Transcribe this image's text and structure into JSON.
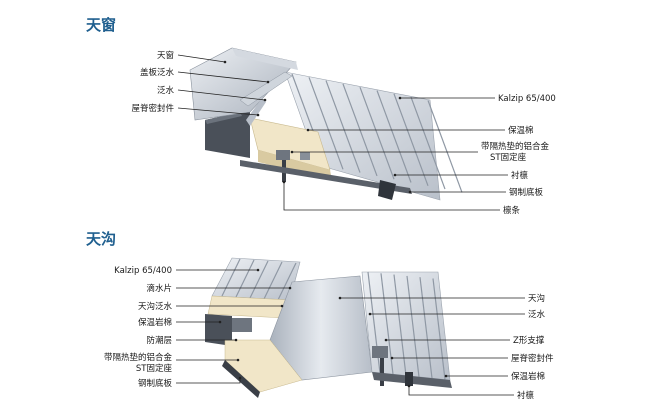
{
  "skylight": {
    "title": "天窗",
    "labels": {
      "skylight": "天窗",
      "cover_flashing": "盖板泛水",
      "flashing": "泛水",
      "seal_tape": "屋脊密封件",
      "kalzip": "Kalzip 65/400",
      "insulation": "保温棉",
      "st_clip_1": "带隔热垫的铝合金",
      "st_clip_2": "ST固定座",
      "liner": "衬檩",
      "base_plate": "钢制底板",
      "purlin": "檩条"
    }
  },
  "gutter": {
    "title": "天沟",
    "labels": {
      "kalzip": "Kalzip 65/400",
      "drip_plate": "滴水片",
      "gutter_flashing": "天沟泛水",
      "insulation_wool": "保温岩棉",
      "moisture_barrier": "防潮层",
      "st_clip_1": "带隔热垫的铝合金",
      "st_clip_2": "ST固定座",
      "base_plate": "钢制底板",
      "gutter": "天沟",
      "flashing": "泛水",
      "z_support": "Z形支撑",
      "seal_tape": "屋脊密封件",
      "rock_wool": "保温岩棉",
      "liner": "衬檩"
    }
  },
  "colors": {
    "title": "#1f5f8f",
    "roof_light": "#e2e6ec",
    "roof_mid": "#c4cad3",
    "roof_dark": "#8e96a3",
    "insulation": "#f1e6c8",
    "steel_dark": "#3a3f47"
  }
}
